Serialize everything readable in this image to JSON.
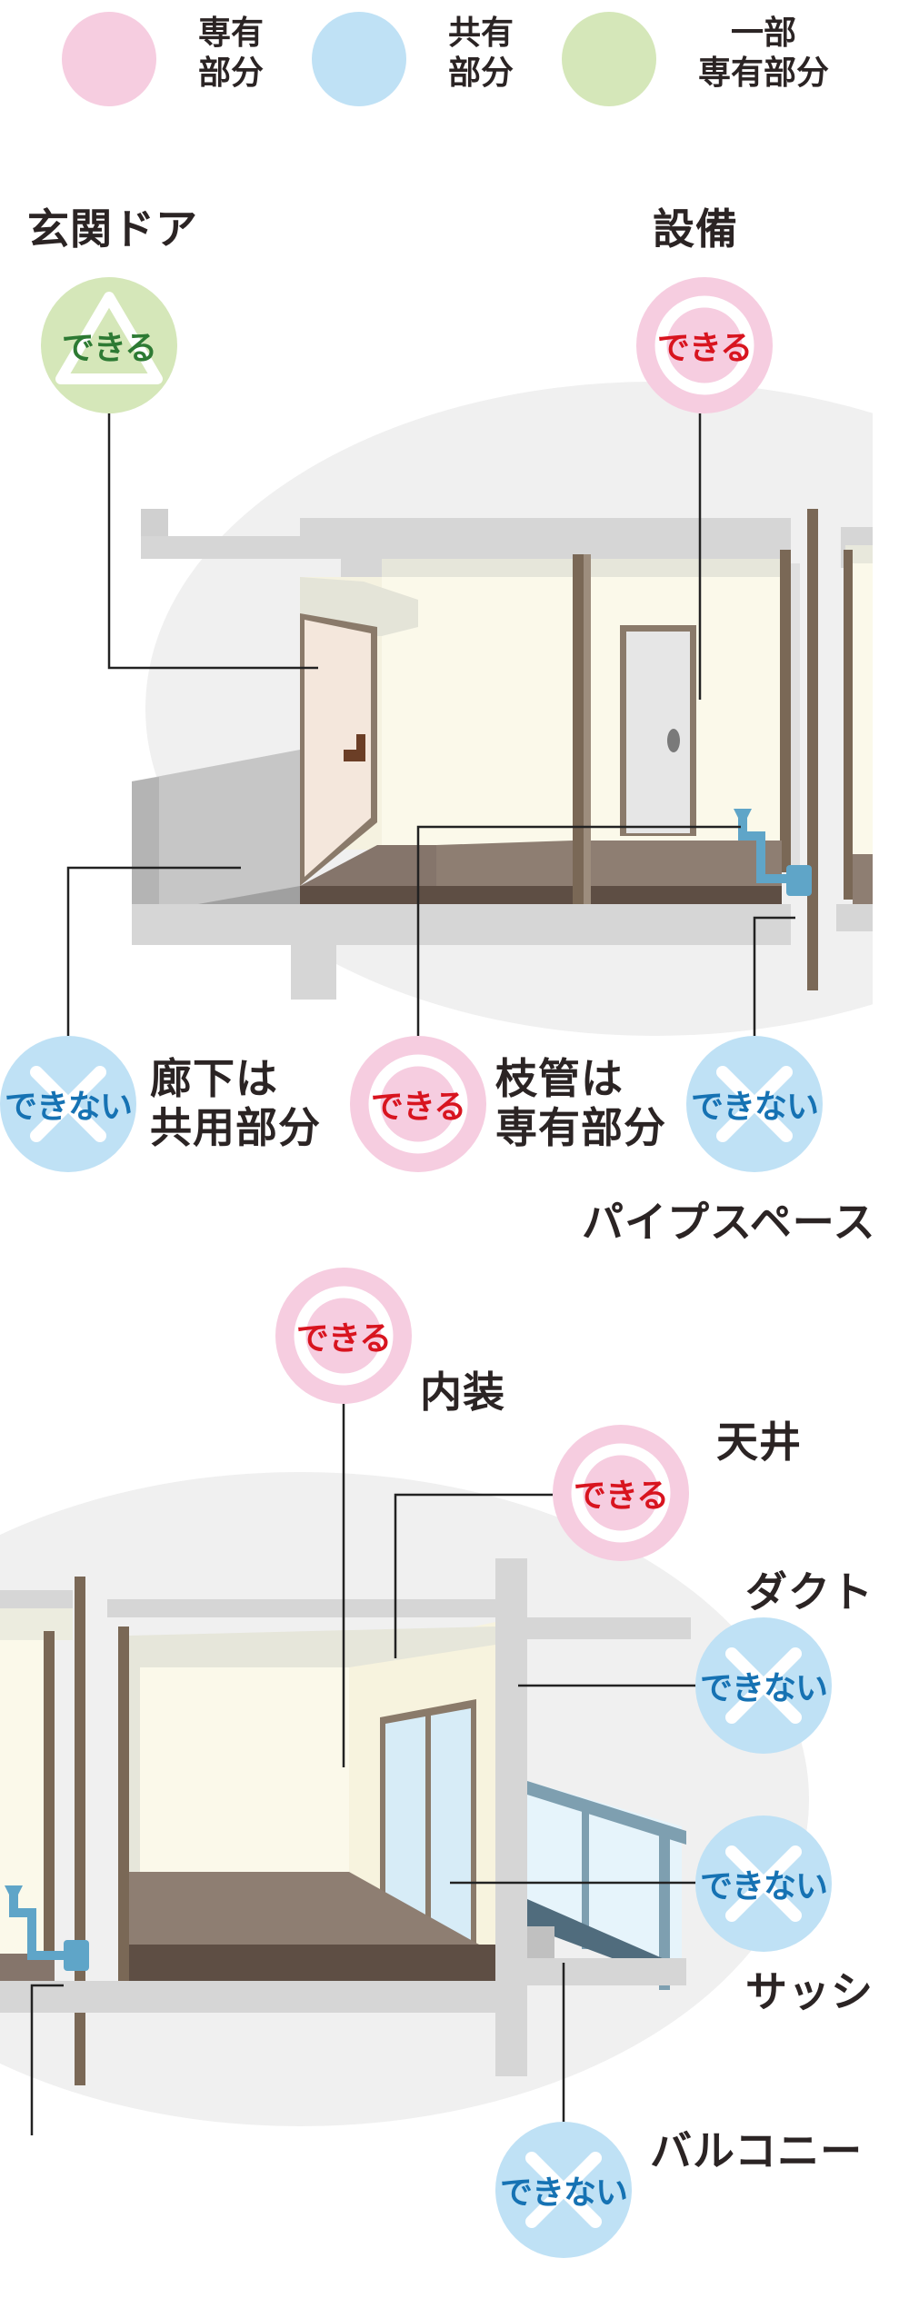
{
  "legend": {
    "exclusive": {
      "label": "専有\n部分",
      "color": "#f6cde0"
    },
    "common": {
      "label": "共有\n部分",
      "color": "#bfe1f5"
    },
    "partial": {
      "label": "一部\n専有部分",
      "color": "#d5e7b9"
    }
  },
  "badge_text": {
    "can": "できる",
    "cannot": "できない"
  },
  "labels": {
    "entrance_door": "玄関ドア",
    "equipment": "設備",
    "corridor": "廊下は\n共用部分",
    "branch_pipe": "枝管は\n専有部分",
    "pipe_space": "パイプスペース",
    "interior": "内装",
    "ceiling": "天井",
    "duct": "ダクト",
    "sash": "サッシ",
    "balcony": "バルコニー"
  },
  "colors": {
    "can_text": "#d8141f",
    "cannot_text": "#1672b3",
    "partial_text": "#2d7a33",
    "floor": "#85756b",
    "wall": "#fbf9ea",
    "concrete": "#dcdcdc",
    "pillar": "#7a6856"
  }
}
